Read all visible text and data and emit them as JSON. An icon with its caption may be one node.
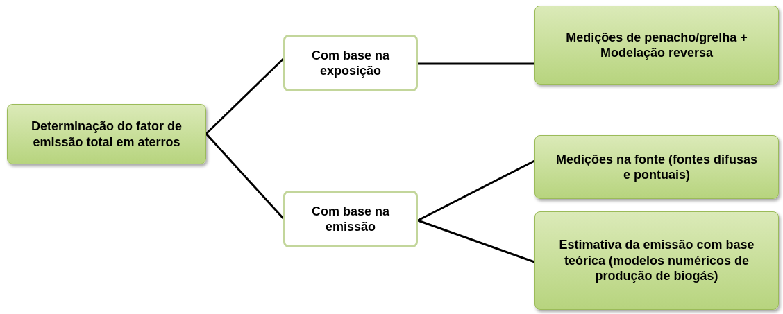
{
  "diagram": {
    "nodes": [
      {
        "text": [
          "Determinação do fator de emissão total em aterros"
        ]
      },
      {
        "text": [
          "Com base na exposição"
        ]
      },
      {
        "text": [
          "Com base na emissão"
        ]
      },
      {
        "text": [
          "Medições de penacho/grelha + Modelação reversa"
        ]
      },
      {
        "text": [
          "Medições na fonte (fontes difusas e pontuais)"
        ]
      },
      {
        "text": [
          "Estimativa da emissão com base teórica (modelos numéricos de produção de biogás)"
        ]
      }
    ],
    "edges": [
      {
        "from": 0,
        "to": 1,
        "arrow": "none"
      },
      {
        "from": 0,
        "to": 2,
        "arrow": "none"
      },
      {
        "from": 1,
        "to": 3,
        "arrow": "none"
      },
      {
        "from": 2,
        "to": 4,
        "arrow": "none"
      },
      {
        "from": 2,
        "to": 5,
        "arrow": "none"
      }
    ]
  }
}
